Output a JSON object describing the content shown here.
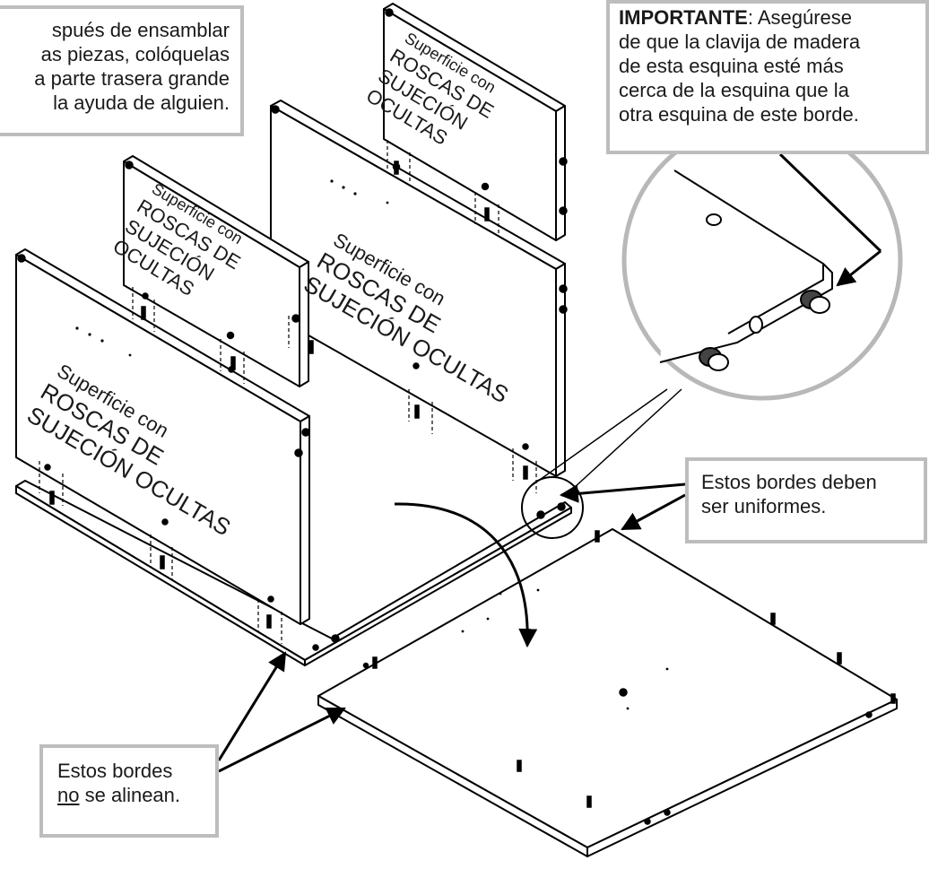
{
  "callouts": {
    "top_left": {
      "lines": [
        "spués de ensamblar",
        "as piezas, colóquelas",
        "a parte trasera grande",
        "la ayuda de alguien."
      ]
    },
    "top_right": {
      "bold": "IMPORTANTE",
      "rest": ": Asegúrese",
      "lines": [
        "de que la clavija de madera",
        "de esta esquina esté más",
        "cerca de la esquina que la",
        "otra esquina de este borde."
      ]
    },
    "mid_right": {
      "lines": [
        "Estos bordes deben",
        "ser uniformes."
      ]
    },
    "bottom_left": {
      "line1": "Estos bordes",
      "line2_underlined": "no",
      "line2_rest": " se alinean."
    }
  },
  "panels": {
    "top_small": {
      "line1": "Superficie con",
      "line2": "ROSCAS DE",
      "line3": "SUJECIÓN",
      "line4": "OCULTAS"
    },
    "mid_small": {
      "line1": "Superficie con",
      "line2": "ROSCAS DE",
      "line3": "SUJECIÓN",
      "line4": "OCULTAS"
    },
    "large_back": {
      "line1": "Superficie con",
      "line2": "ROSCAS DE",
      "line3": "SUJECIÓN OCULTAS"
    },
    "large_front": {
      "line1": "Superficie con",
      "line2": "ROSCAS DE",
      "line3": "SUJECIÓN OCULTAS"
    }
  }
}
